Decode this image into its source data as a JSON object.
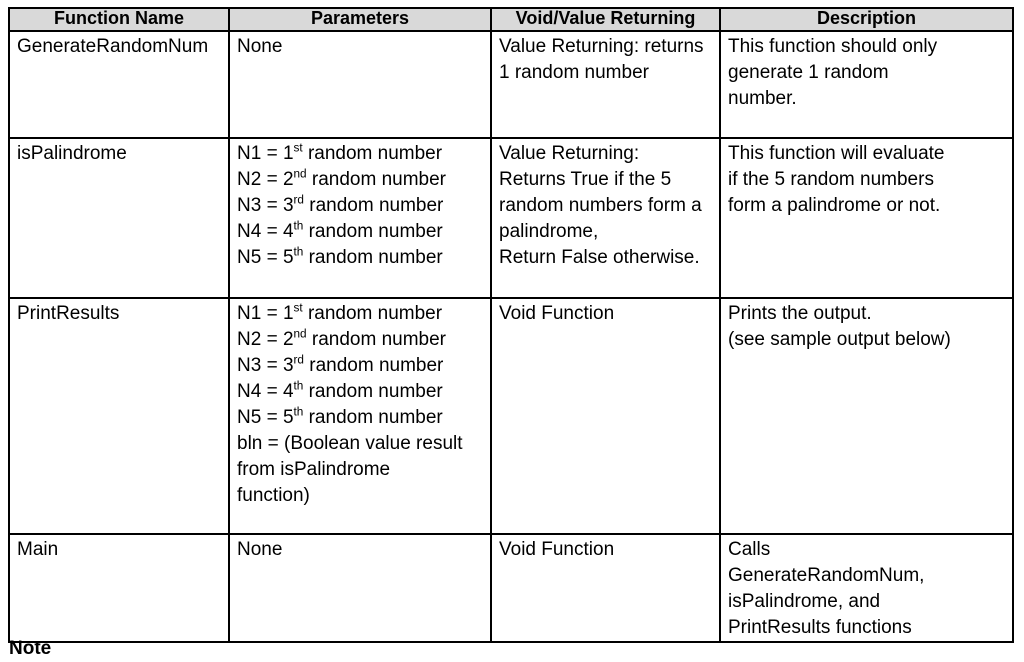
{
  "page": {
    "background": "#ffffff"
  },
  "note_label": "Note",
  "table": {
    "header_bg": "#d9d9d9",
    "border_color": "#000000",
    "headers": [
      "Function Name",
      "Parameters",
      "Void/Value Returning",
      "Description"
    ],
    "rows": [
      {
        "cells": [
          [
            "GenerateRandomNum"
          ],
          [
            "None"
          ],
          [
            "Value Returning: returns",
            "1 random number"
          ],
          [
            "This function should only",
            "generate 1 random",
            "number."
          ]
        ]
      },
      {
        "cells": [
          [
            "isPalindrome"
          ],
          [
            "N1 = 1^st random number",
            "N2 = 2^nd random number",
            "N3 = 3^rd random number",
            "N4 = 4^th random number",
            "N5 = 5^th random number"
          ],
          [
            "Value Returning:",
            "Returns True if the 5",
            "random numbers form a",
            "palindrome,",
            "Return False otherwise."
          ],
          [
            "This function will evaluate",
            "if the 5 random numbers",
            "form a palindrome or not."
          ]
        ]
      },
      {
        "cells": [
          [
            "PrintResults"
          ],
          [
            "N1 = 1^st random number",
            "N2 = 2^nd random number",
            "N3 = 3^rd random number",
            "N4 = 4^th random number",
            "N5 = 5^th random number",
            "bln = (Boolean value result",
            "from isPalindrome",
            "function)"
          ],
          [
            "Void Function"
          ],
          [
            "Prints the output.",
            "(see sample output below)"
          ]
        ]
      },
      {
        "cells": [
          [
            "Main"
          ],
          [
            "None"
          ],
          [
            "Void Function"
          ],
          [
            "Calls",
            "GenerateRandomNum,",
            "isPalindrome, and",
            "PrintResults functions"
          ]
        ]
      }
    ]
  }
}
